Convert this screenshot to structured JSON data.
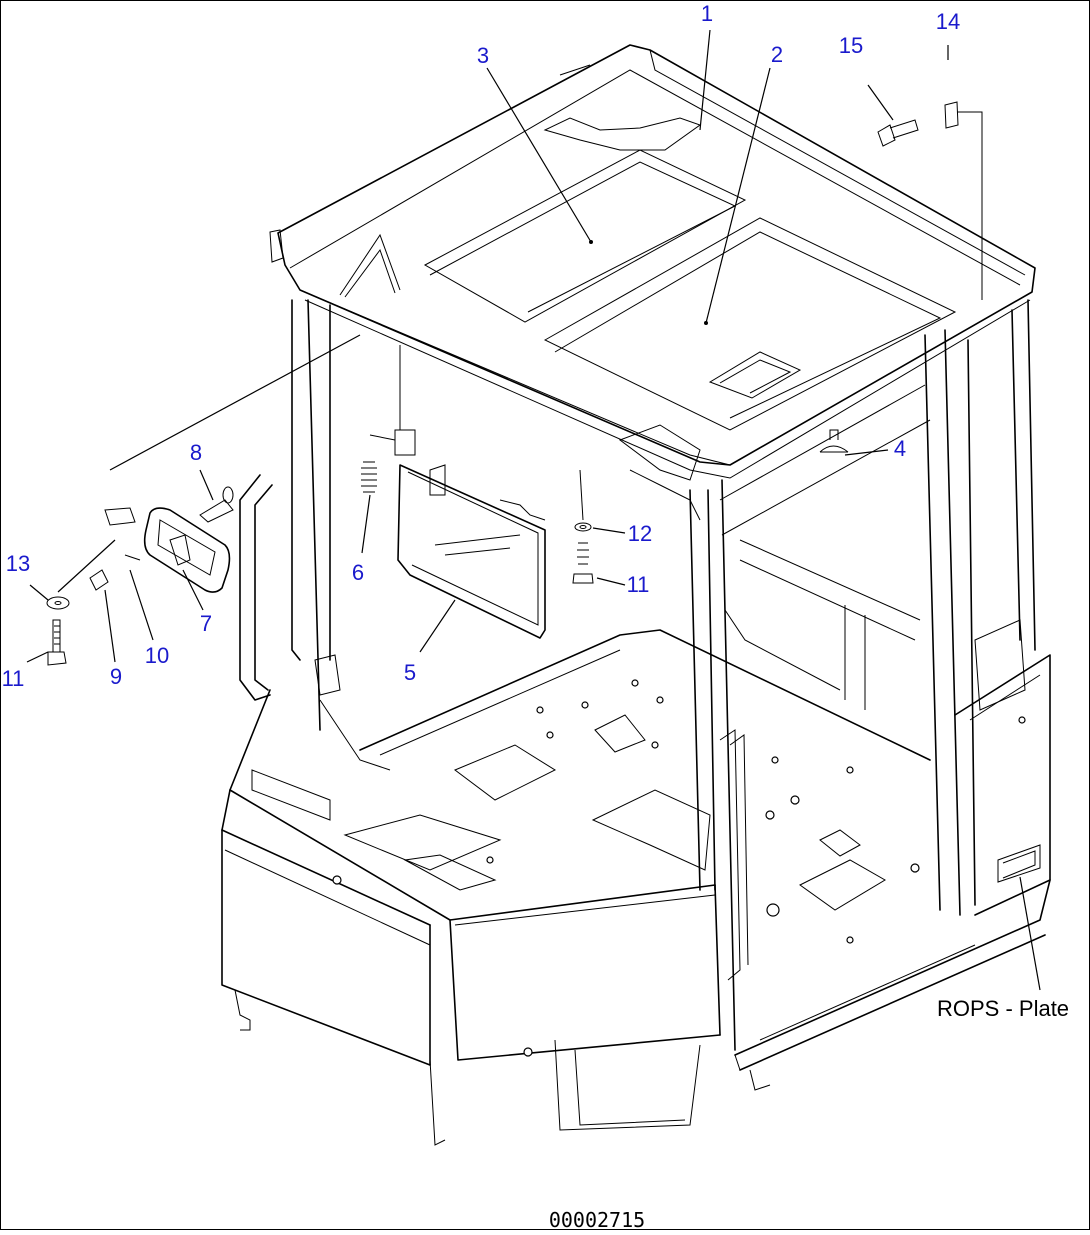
{
  "callout_color": "#1a1acc",
  "line_color": "#000000",
  "callouts": [
    {
      "id": "c1",
      "text": "1"
    },
    {
      "id": "c2",
      "text": "2"
    },
    {
      "id": "c3",
      "text": "3"
    },
    {
      "id": "c4",
      "text": "4"
    },
    {
      "id": "c5",
      "text": "5"
    },
    {
      "id": "c6",
      "text": "6"
    },
    {
      "id": "c7",
      "text": "7"
    },
    {
      "id": "c8",
      "text": "8"
    },
    {
      "id": "c9",
      "text": "9"
    },
    {
      "id": "c10",
      "text": "10"
    },
    {
      "id": "c11a",
      "text": "11"
    },
    {
      "id": "c11b",
      "text": "11"
    },
    {
      "id": "c12",
      "text": "12"
    },
    {
      "id": "c13",
      "text": "13"
    },
    {
      "id": "c14",
      "text": "14"
    },
    {
      "id": "c15",
      "text": "15"
    }
  ],
  "rops_label": "ROPS - Plate",
  "drawing_number": "00002715"
}
